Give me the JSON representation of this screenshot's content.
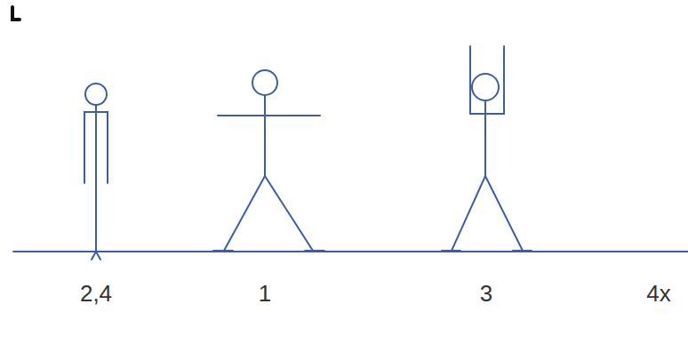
{
  "diagram": {
    "labels": [
      "2,4",
      "1",
      "3",
      "4x"
    ]
  }
}
